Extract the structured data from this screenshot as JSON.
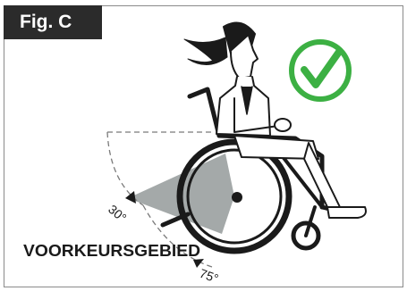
{
  "figure": {
    "label": "Fig. C",
    "angle_min": "30°",
    "angle_max": "75°",
    "zone_label": "VOORKEURSGEBIED"
  },
  "colors": {
    "check": "#3cb043",
    "zone": "#9aa0a0",
    "ink": "#1a1a1a",
    "frame": "#8a8a8a",
    "label_bg": "#2b2b2b"
  }
}
